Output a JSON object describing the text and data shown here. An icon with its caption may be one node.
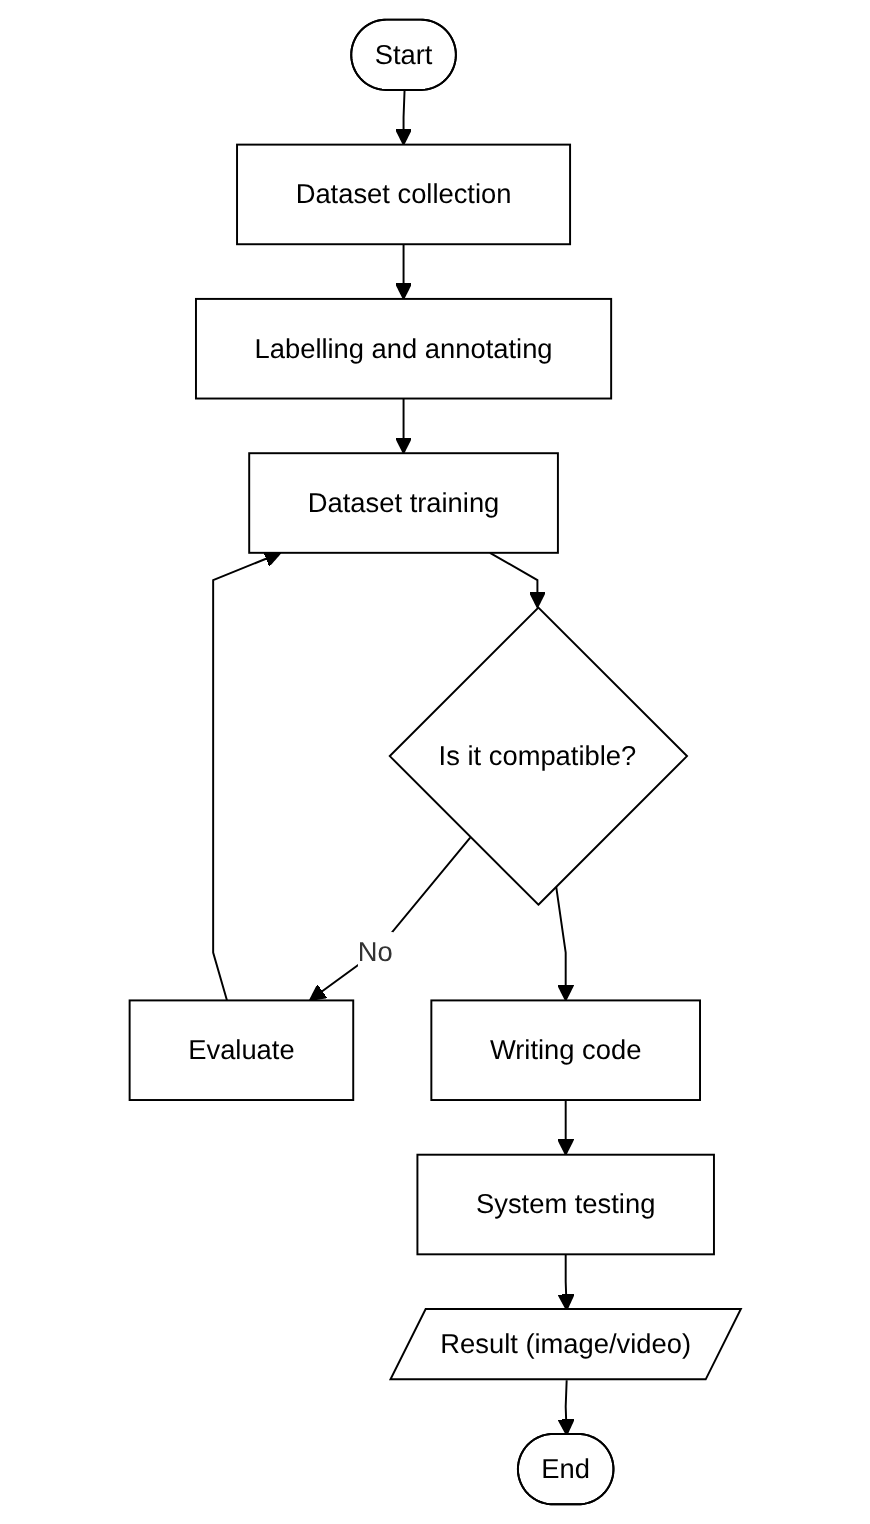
{
  "diagram": {
    "nodes": [
      {
        "text": [
          "Start"
        ]
      },
      {
        "text": [
          "Dataset collection"
        ]
      },
      {
        "text": [
          "Labelling and annotating"
        ]
      },
      {
        "text": [
          "Dataset training"
        ]
      },
      {
        "text": [
          "Is it compatible?"
        ]
      },
      {
        "text": [
          "Evaluate"
        ]
      },
      {
        "text": [
          "Writing code"
        ]
      },
      {
        "text": [
          "System testing"
        ]
      },
      {
        "text": [
          "Result (image/video)"
        ]
      },
      {
        "text": [
          "End"
        ]
      }
    ],
    "edges": [
      {
        "from": 0,
        "to": 1,
        "arrow": "to"
      },
      {
        "from": 1,
        "to": 2,
        "arrow": "to"
      },
      {
        "from": 2,
        "to": 3,
        "arrow": "to"
      },
      {
        "from": 3,
        "to": 4,
        "arrow": "to"
      },
      {
        "from": 4,
        "to": 5,
        "arrow": "to",
        "label": "No"
      },
      {
        "from": 5,
        "to": 3,
        "arrow": "to"
      },
      {
        "from": 4,
        "to": 6,
        "arrow": "to"
      },
      {
        "from": 6,
        "to": 7,
        "arrow": "to"
      },
      {
        "from": 7,
        "to": 8,
        "arrow": "to"
      },
      {
        "from": 8,
        "to": 9,
        "arrow": "to"
      }
    ]
  }
}
